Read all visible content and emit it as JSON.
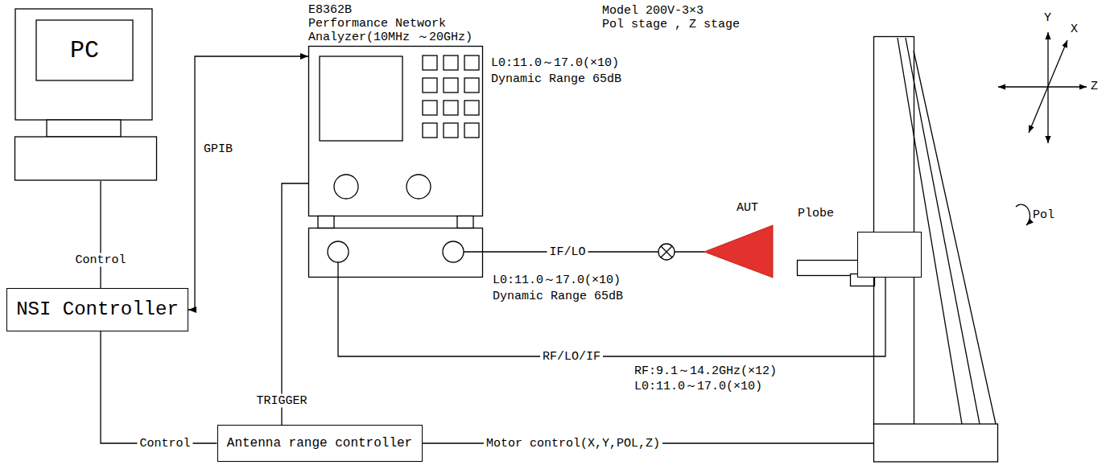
{
  "diagram": {
    "nodes": [
      {
        "text": [
          "PC"
        ]
      },
      {
        "text": [
          "NSI Controller"
        ]
      },
      {
        "text": [
          "Antenna range controller"
        ]
      },
      {
        "text": [
          "E8362B",
          "Performance Network Analyzer(10MHz ～20GHz)"
        ]
      },
      {
        "text": [
          "AUT"
        ]
      },
      {
        "text": [
          "Plobe"
        ]
      },
      {
        "text": [
          "Model 200V-3×3",
          "Pol stage , Z stage"
        ]
      }
    ],
    "edges": [
      {
        "from": 0,
        "to": 1,
        "label": "Control",
        "arrow": "none"
      },
      {
        "from": 1,
        "to": 3,
        "label": "GPIB",
        "arrow": "both"
      },
      {
        "from": 1,
        "to": 2,
        "label": "Control",
        "arrow": "none"
      },
      {
        "from": 2,
        "to": 3,
        "label": "TRIGGER",
        "arrow": "none"
      },
      {
        "from": 2,
        "to": 6,
        "label": "Motor control(X,Y,POL,Z)",
        "arrow": "none"
      },
      {
        "from": 3,
        "to": 4,
        "label": "IF/LO",
        "arrow": "none"
      },
      {
        "from": 3,
        "to": 5,
        "label": "RF/LO/IF",
        "arrow": "none"
      }
    ],
    "labels": [
      "L0:11.0～17.0(×10)",
      "Dynamic Range 65dB",
      "L0:11.0～17.0(×10)",
      "Dynamic Range 65dB",
      "RF:9.1～14.2GHz(×12)",
      "L0:11.0～17.0(×10)",
      "Y",
      "X",
      "Z",
      "Pol"
    ]
  }
}
